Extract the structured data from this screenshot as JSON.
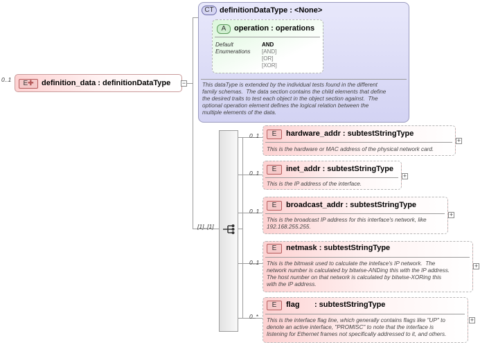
{
  "root": {
    "multiplicity": "0..1",
    "tag": "E",
    "name": "definition_data : definitionDataType"
  },
  "complex_type": {
    "tag": "CT",
    "title": "definitionDataType : <None>",
    "attribute": {
      "tag": "A",
      "title": "operation : operations",
      "default_label": "Default",
      "default_value": "AND",
      "enum_label": "Enumerations",
      "enum_values": [
        "[AND]",
        "[OR]",
        "[XOR]"
      ]
    },
    "description": "This dataType is extended by the individual tests found in the different\nfamily schemas.  The data section contains the child elements that define\nthe desired traits to test each object in the object section against.  The\noptional operation element defines the logical relation between the\nmultiple elements of the data."
  },
  "sequence_multiplicity": "[1]..[1]",
  "children": [
    {
      "mult": "0..1",
      "tag": "E",
      "name": "hardware_addr : subtestStringType",
      "desc": "This is the hardware or MAC address of the physical network card."
    },
    {
      "mult": "0..1",
      "tag": "E",
      "name": "inet_addr : subtestStringType",
      "desc": "This is the IP address of the interface."
    },
    {
      "mult": "0..1",
      "tag": "E",
      "name": "broadcast_addr : subtestStringType",
      "desc": "This is the broadcast IP address for this interface's network, like\n192.168.255.255."
    },
    {
      "mult": "0..1",
      "tag": "E",
      "name": "netmask : subtestStringType",
      "desc": "This is the bitmask used to calculate the inteface's IP network.  The\nnetwork number is calculated by bitwise-ANDing this with the IP address.\nThe host number on that network is calculated by bitwise-XORing this\nwith the IP address."
    },
    {
      "mult": "0..*",
      "tag": "E",
      "name": "flag       : subtestStringType",
      "desc": "This is the interface flag line, which generally contains flags like \"UP\" to\ndenote an active interface, \"PROMISC\" to note that the interface is\nlistening for Ethernet frames not specifically addressed to it, and others."
    }
  ]
}
